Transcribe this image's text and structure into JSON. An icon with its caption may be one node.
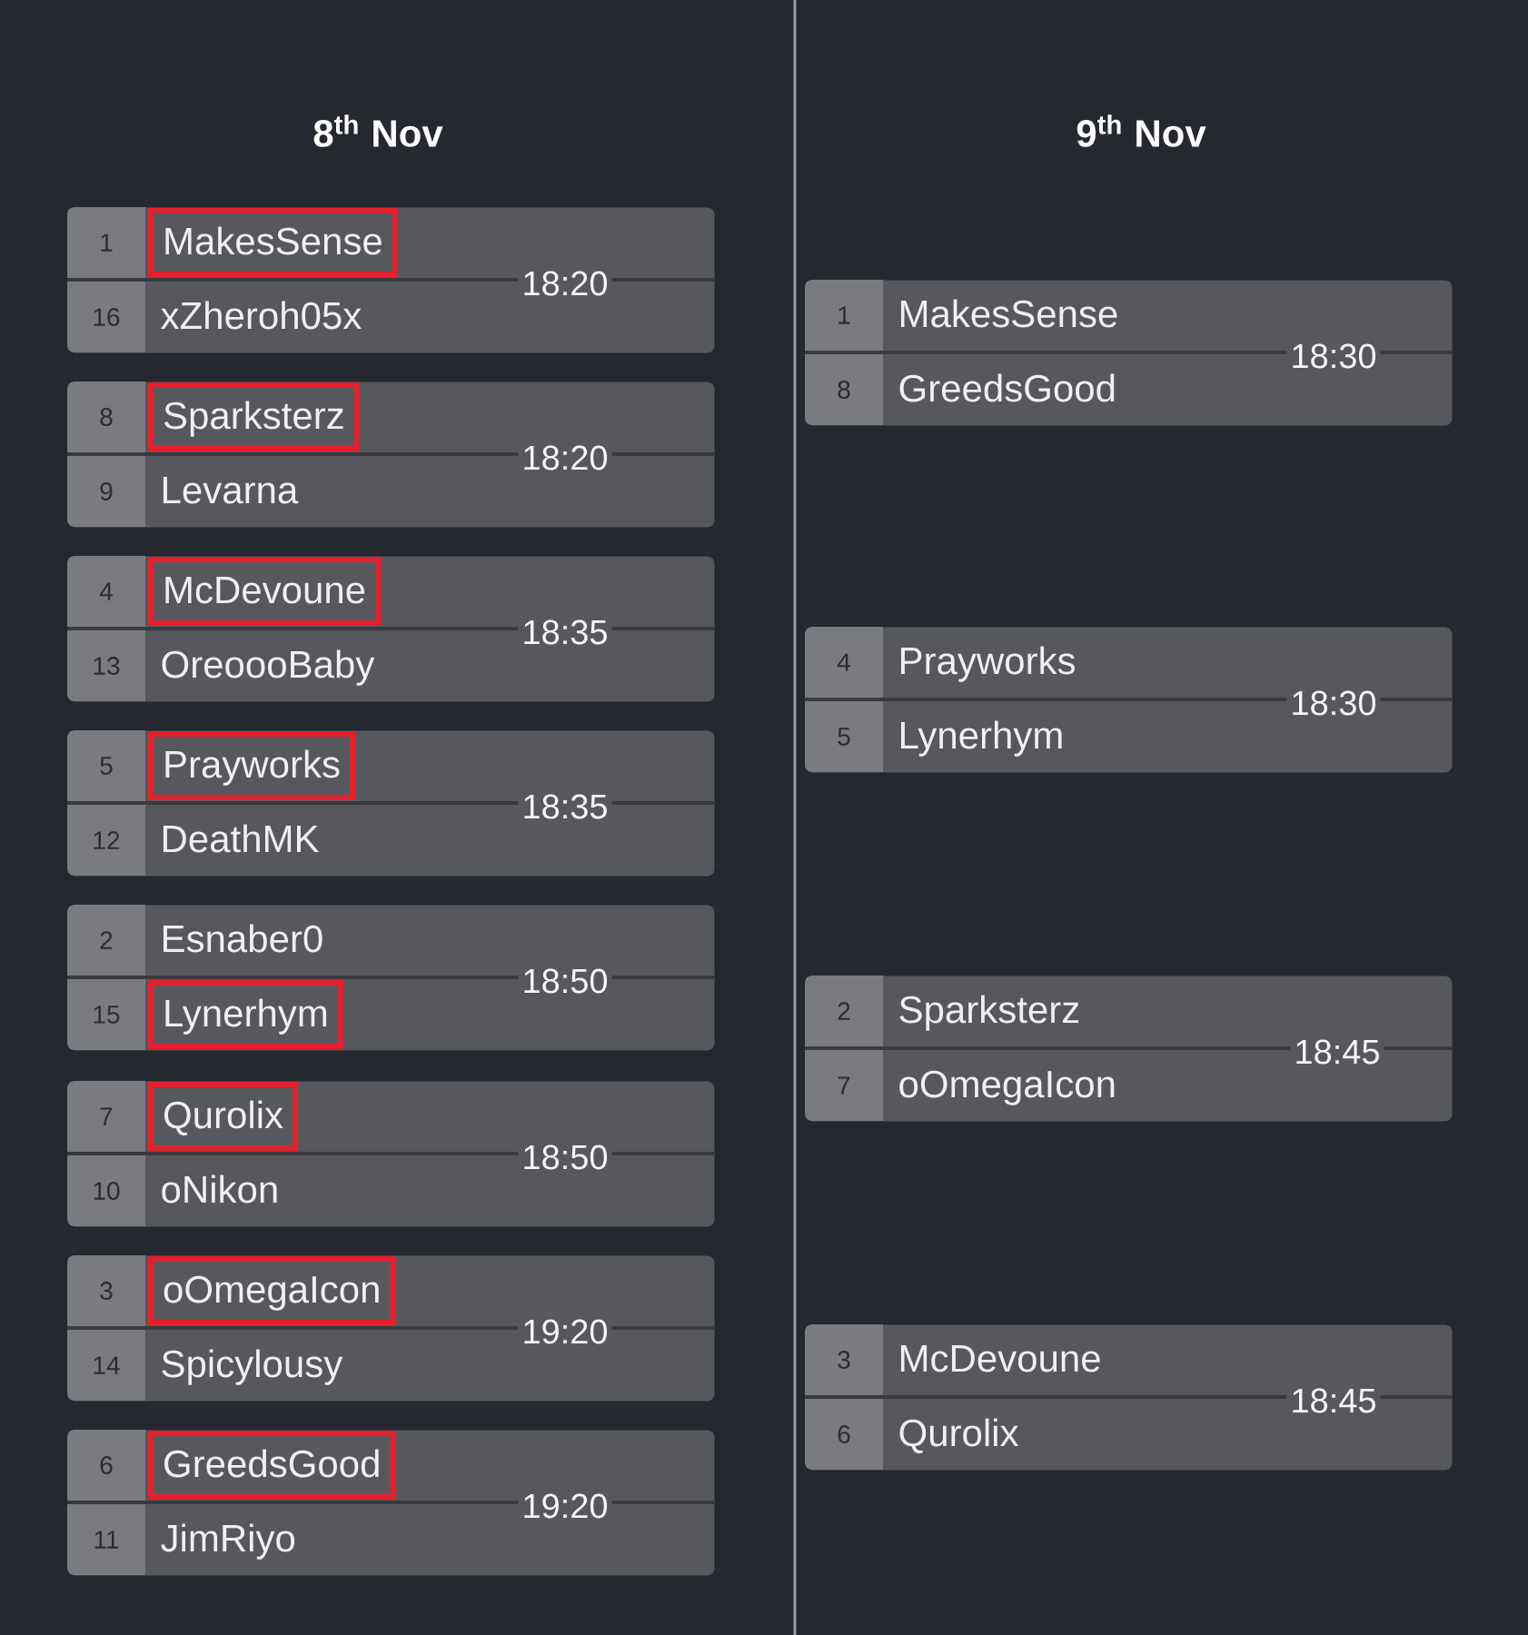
{
  "diagram": {
    "nodes": [
      {
        "text": [
          "18:20"
        ]
      },
      {
        "text": [
          "1"
        ],
        "in": 0
      },
      {
        "text": [
          "MakesSense"
        ],
        "in": 0
      },
      {
        "text": [
          "16"
        ],
        "beside": [
          "xZheroh05x"
        ],
        "in": 0
      },
      {
        "text": [
          "18:20"
        ]
      },
      {
        "text": [
          "8"
        ],
        "in": 4
      },
      {
        "text": [
          "Sparksterz"
        ],
        "in": 4
      },
      {
        "text": [
          "9"
        ],
        "beside": [
          "Levarna"
        ],
        "in": 4
      },
      {
        "text": [
          "18:35"
        ]
      },
      {
        "text": [
          "4"
        ],
        "in": 8
      },
      {
        "text": [
          "McDevoune"
        ],
        "in": 8
      },
      {
        "text": [
          "13"
        ],
        "beside": [
          "OreoooBaby"
        ],
        "in": 8
      },
      {
        "text": [
          "18:35"
        ]
      },
      {
        "text": [
          "5"
        ],
        "in": 12
      },
      {
        "text": [
          "Prayworks"
        ],
        "in": 12
      },
      {
        "text": [
          "12"
        ],
        "beside": [
          "DeathMK"
        ],
        "in": 12
      },
      {
        "text": [
          "18:50"
        ]
      },
      {
        "text": [
          "2"
        ],
        "beside": [
          "Esnaber0"
        ],
        "in": 16
      },
      {
        "text": [
          "15"
        ],
        "in": 16
      },
      {
        "text": [
          "Lynerhym"
        ],
        "in": 16
      },
      {
        "text": [
          "18:50"
        ]
      },
      {
        "text": [
          "7"
        ],
        "in": 20
      },
      {
        "text": [
          "Qurolix"
        ],
        "in": 20
      },
      {
        "text": [
          "10"
        ],
        "beside": [
          "oNikon"
        ],
        "in": 20
      },
      {
        "text": [
          "19:20"
        ]
      },
      {
        "text": [
          "3"
        ],
        "in": 24
      },
      {
        "text": [
          "oOmegaIcon"
        ],
        "in": 24
      },
      {
        "text": [
          "14"
        ],
        "beside": [
          "Spicylousy"
        ],
        "in": 24
      },
      {
        "text": [
          "19:20"
        ]
      },
      {
        "text": [
          "6"
        ],
        "in": 28
      },
      {
        "text": [
          "GreedsGood"
        ],
        "in": 28
      },
      {
        "text": [
          "11"
        ],
        "beside": [
          "JimRiyo"
        ],
        "in": 28
      },
      {
        "text": [
          "18:30"
        ]
      },
      {
        "text": [
          "1"
        ],
        "beside": [
          "MakesSense"
        ],
        "in": 32
      },
      {
        "text": [
          "8"
        ],
        "beside": [
          "GreedsGood"
        ],
        "in": 32
      },
      {
        "text": [
          "18:30"
        ]
      },
      {
        "text": [
          "4"
        ],
        "beside": [
          "Prayworks"
        ],
        "in": 35
      },
      {
        "text": [
          "5"
        ],
        "beside": [
          "Lynerhym"
        ],
        "in": 35
      },
      {
        "text": [
          "18:45"
        ]
      },
      {
        "text": [
          "2"
        ],
        "beside": [
          "Sparksterz"
        ],
        "in": 38
      },
      {
        "text": [
          "7"
        ],
        "beside": [
          "oOmegaIcon"
        ],
        "in": 38
      },
      {
        "text": [
          "18:45"
        ]
      },
      {
        "text": [
          "3"
        ],
        "beside": [
          "McDevoune"
        ],
        "in": 41
      },
      {
        "text": [
          "6"
        ],
        "beside": [
          "Qurolix"
        ],
        "in": 41
      }
    ],
    "labels": [
      "8$^{th}$ Nov",
      "9$^{th}$ Nov"
    ]
  }
}
